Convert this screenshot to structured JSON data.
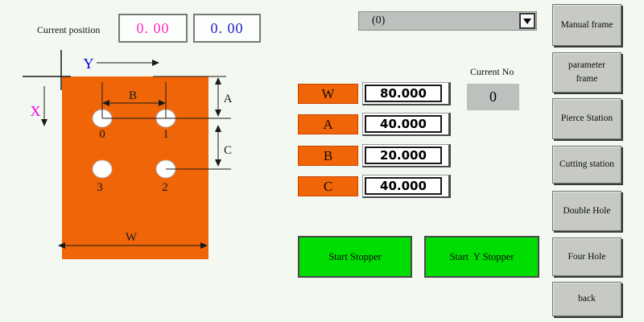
{
  "colors": {
    "bg": "#f3f9f0",
    "orange": "#f06507",
    "green": "#00dd00",
    "silver": "#bdc1bd",
    "btn-gray": "#c6cac3",
    "pos-x": "#ff2ac8",
    "pos-y": "#2222cc",
    "axis-x": "#f000f0",
    "axis-y": "#0000e0"
  },
  "position": {
    "label": "Current position",
    "x": "0. 00",
    "y": "0. 00"
  },
  "program_select": {
    "value": "(0)"
  },
  "current_no": {
    "label": "Current No",
    "value": "0"
  },
  "params": {
    "rows": [
      {
        "label": "W",
        "value": "80.000"
      },
      {
        "label": "A",
        "value": "40.000"
      },
      {
        "label": "B",
        "value": "20.000"
      },
      {
        "label": "C",
        "value": "40.000"
      }
    ]
  },
  "actions": {
    "start_stopper": "Start Stopper",
    "start_y_stopper": "Start  Y Stopper"
  },
  "nav": {
    "items": [
      {
        "label": "Manual frame"
      },
      {
        "label": "parameter frame"
      },
      {
        "label": "Pierce Station"
      },
      {
        "label": "Cutting station"
      },
      {
        "label": "Double Hole"
      },
      {
        "label": "Four Hole"
      },
      {
        "label": "back"
      }
    ]
  },
  "diagram": {
    "axis_x": "X",
    "axis_y": "Y",
    "dim_w": "W",
    "dim_a": "A",
    "dim_b": "B",
    "dim_c": "C",
    "holes": [
      {
        "label": "0"
      },
      {
        "label": "1"
      },
      {
        "label": "2"
      },
      {
        "label": "3"
      }
    ]
  }
}
